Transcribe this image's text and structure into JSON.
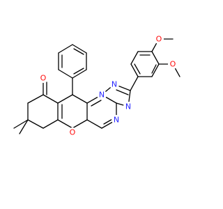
{
  "molecule": {
    "colors": {
      "background": "#ffffff",
      "bond": "#000000",
      "nitrogen": "#2323ff",
      "oxygen": "#ff0d0d",
      "carbon": "#000000"
    },
    "atom_labels": {
      "O_ketone": "O",
      "O_pyran": "O",
      "N1": "N",
      "N2": "N",
      "N3": "N",
      "N4": "N",
      "O_methoxy_top": "O",
      "O_methoxy_right": "O"
    }
  }
}
